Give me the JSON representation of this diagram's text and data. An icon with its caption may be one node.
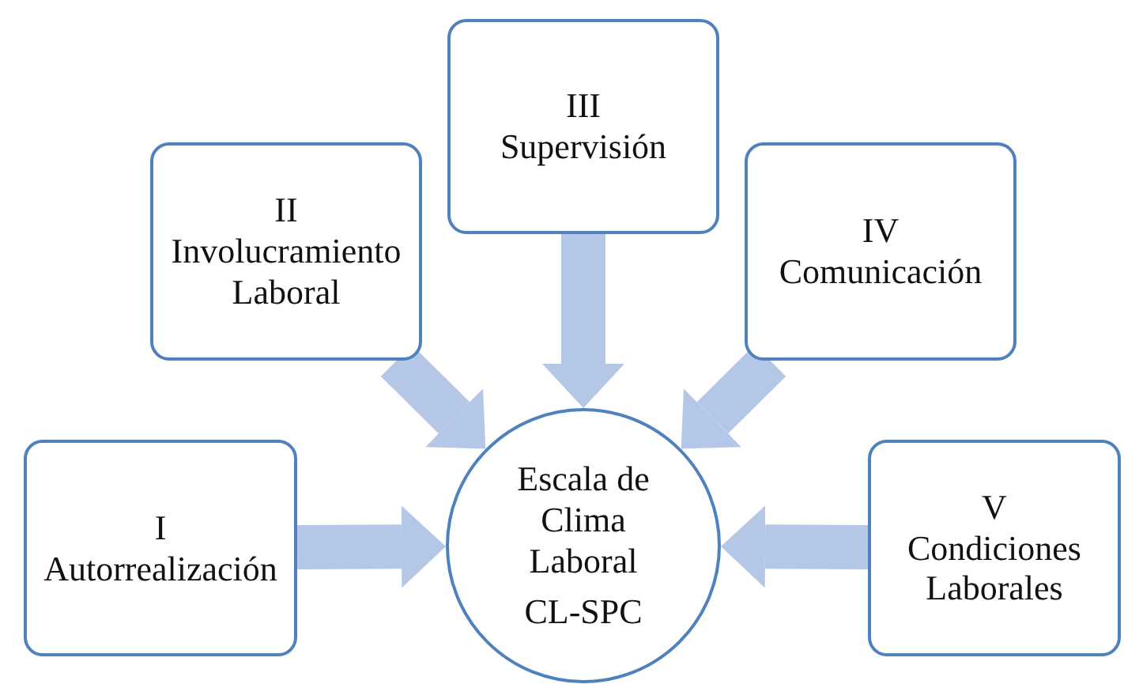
{
  "diagram": {
    "nodes": [
      {
        "text": [
          "I",
          "Autorrealización"
        ]
      },
      {
        "text": [
          "II",
          "Involucramiento Laboral"
        ]
      },
      {
        "text": [
          "III",
          "Supervisión"
        ]
      },
      {
        "text": [
          "IV",
          "Comunicación"
        ]
      },
      {
        "text": [
          "V",
          "Condiciones Laborales"
        ]
      },
      {
        "text": [
          "Escala de Clima Laboral",
          "CL-SPC"
        ]
      }
    ],
    "edges": [
      {
        "from": 0,
        "to": 5,
        "arrow": "to"
      },
      {
        "from": 1,
        "to": 5,
        "arrow": "to"
      },
      {
        "from": 2,
        "to": 5,
        "arrow": "to"
      },
      {
        "from": 3,
        "to": 5,
        "arrow": "to"
      },
      {
        "from": 4,
        "to": 5,
        "arrow": "to"
      }
    ]
  }
}
